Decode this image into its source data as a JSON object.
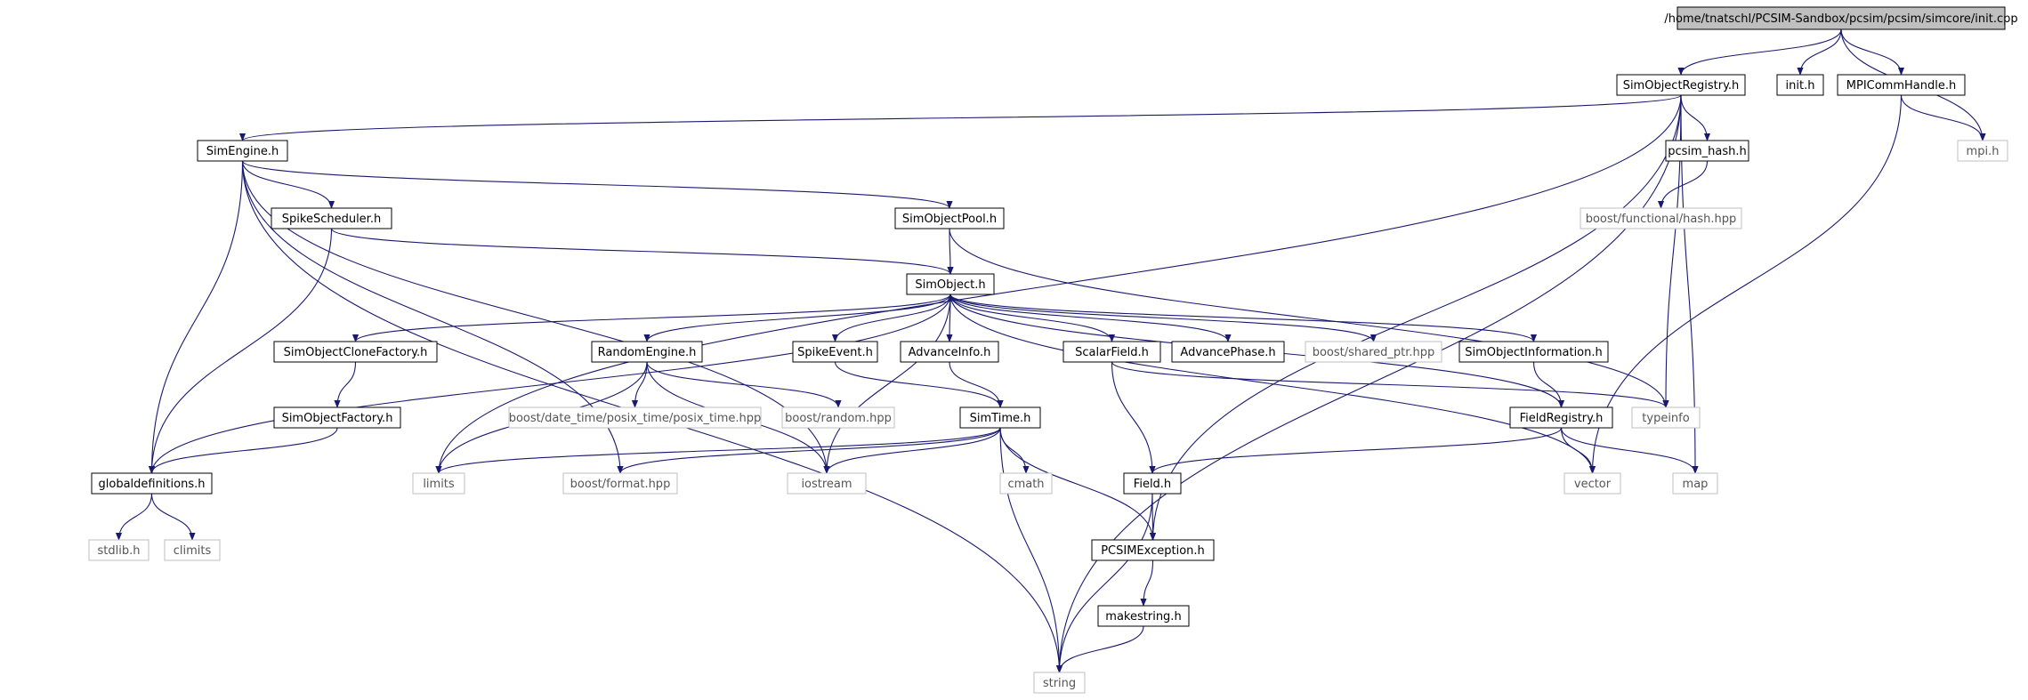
{
  "nodes": {
    "init_cpp": {
      "label": "/home/tnatschl/PCSIM-Sandbox/pcsim/pcsim/simcore/init.cpp",
      "kind": "root"
    },
    "simobjectregistry_h": {
      "label": "SimObjectRegistry.h",
      "kind": "internal"
    },
    "init_h": {
      "label": "init.h",
      "kind": "internal"
    },
    "mpicommhandle_h": {
      "label": "MPICommHandle.h",
      "kind": "internal"
    },
    "mpi_h": {
      "label": "mpi.h",
      "kind": "external"
    },
    "simengine_h": {
      "label": "SimEngine.h",
      "kind": "internal"
    },
    "pcsim_hash_h": {
      "label": "pcsim_hash.h",
      "kind": "internal"
    },
    "boost_functional_hash": {
      "label": "boost/functional/hash.hpp",
      "kind": "external"
    },
    "spikescheduler_h": {
      "label": "SpikeScheduler.h",
      "kind": "internal"
    },
    "simobjectpool_h": {
      "label": "SimObjectPool.h",
      "kind": "internal"
    },
    "simobject_h": {
      "label": "SimObject.h",
      "kind": "internal"
    },
    "simobjectclonefactory_h": {
      "label": "SimObjectCloneFactory.h",
      "kind": "internal"
    },
    "randomengine_h": {
      "label": "RandomEngine.h",
      "kind": "internal"
    },
    "spikeevent_h": {
      "label": "SpikeEvent.h",
      "kind": "internal"
    },
    "advanceinfo_h": {
      "label": "AdvanceInfo.h",
      "kind": "internal"
    },
    "scalarfield_h": {
      "label": "ScalarField.h",
      "kind": "internal"
    },
    "advancephase_h": {
      "label": "AdvancePhase.h",
      "kind": "internal"
    },
    "boost_shared_ptr": {
      "label": "boost/shared_ptr.hpp",
      "kind": "external"
    },
    "simobjectinformation_h": {
      "label": "SimObjectInformation.h",
      "kind": "internal"
    },
    "simobjectfactory_h": {
      "label": "SimObjectFactory.h",
      "kind": "internal"
    },
    "boost_posix_time": {
      "label": "boost/date_time/posix_time/posix_time.hpp",
      "kind": "external"
    },
    "boost_random": {
      "label": "boost/random.hpp",
      "kind": "external"
    },
    "simtime_h": {
      "label": "SimTime.h",
      "kind": "internal"
    },
    "fieldregistry_h": {
      "label": "FieldRegistry.h",
      "kind": "internal"
    },
    "typeinfo": {
      "label": "typeinfo",
      "kind": "external"
    },
    "globaldefinitions_h": {
      "label": "globaldefinitions.h",
      "kind": "internal"
    },
    "limits": {
      "label": "limits",
      "kind": "external"
    },
    "boost_format": {
      "label": "boost/format.hpp",
      "kind": "external"
    },
    "iostream": {
      "label": "iostream",
      "kind": "external"
    },
    "cmath": {
      "label": "cmath",
      "kind": "external"
    },
    "field_h": {
      "label": "Field.h",
      "kind": "internal"
    },
    "vector": {
      "label": "vector",
      "kind": "external"
    },
    "map": {
      "label": "map",
      "kind": "external"
    },
    "stdlib_h": {
      "label": "stdlib.h",
      "kind": "external"
    },
    "climits": {
      "label": "climits",
      "kind": "external"
    },
    "pcsimexception_h": {
      "label": "PCSIMException.h",
      "kind": "internal"
    },
    "makestring_h": {
      "label": "makestring.h",
      "kind": "internal"
    },
    "string": {
      "label": "string",
      "kind": "external"
    }
  },
  "edges": [
    [
      "init_cpp",
      "simobjectregistry_h"
    ],
    [
      "init_cpp",
      "init_h"
    ],
    [
      "init_cpp",
      "mpicommhandle_h"
    ],
    [
      "init_cpp",
      "mpi_h"
    ],
    [
      "simobjectregistry_h",
      "simengine_h"
    ],
    [
      "simobjectregistry_h",
      "limits"
    ],
    [
      "simobjectregistry_h",
      "pcsim_hash_h"
    ],
    [
      "simobjectregistry_h",
      "typeinfo"
    ],
    [
      "simobjectregistry_h",
      "map"
    ],
    [
      "simobjectregistry_h",
      "pcsimexception_h"
    ],
    [
      "simobjectregistry_h",
      "string"
    ],
    [
      "mpicommhandle_h",
      "mpi_h"
    ],
    [
      "mpicommhandle_h",
      "vector"
    ],
    [
      "pcsim_hash_h",
      "boost_functional_hash"
    ],
    [
      "simengine_h",
      "spikescheduler_h"
    ],
    [
      "simengine_h",
      "simobjectpool_h"
    ],
    [
      "simengine_h",
      "globaldefinitions_h"
    ],
    [
      "simengine_h",
      "boost_format"
    ],
    [
      "simengine_h",
      "iostream"
    ],
    [
      "simengine_h",
      "string"
    ],
    [
      "spikescheduler_h",
      "simobject_h"
    ],
    [
      "spikescheduler_h",
      "globaldefinitions_h"
    ],
    [
      "simobjectpool_h",
      "simobject_h"
    ],
    [
      "simobjectpool_h",
      "typeinfo"
    ],
    [
      "simobject_h",
      "simobjectclonefactory_h"
    ],
    [
      "simobject_h",
      "randomengine_h"
    ],
    [
      "simobject_h",
      "spikeevent_h"
    ],
    [
      "simobject_h",
      "advanceinfo_h"
    ],
    [
      "simobject_h",
      "scalarfield_h"
    ],
    [
      "simobject_h",
      "advancephase_h"
    ],
    [
      "simobject_h",
      "boost_shared_ptr"
    ],
    [
      "simobject_h",
      "simobjectinformation_h"
    ],
    [
      "simobject_h",
      "fieldregistry_h"
    ],
    [
      "simobject_h",
      "globaldefinitions_h"
    ],
    [
      "simobject_h",
      "iostream"
    ],
    [
      "simobject_h",
      "vector"
    ],
    [
      "simobjectclonefactory_h",
      "simobjectfactory_h"
    ],
    [
      "simobjectfactory_h",
      "globaldefinitions_h"
    ],
    [
      "randomengine_h",
      "boost_posix_time"
    ],
    [
      "randomengine_h",
      "boost_random"
    ],
    [
      "randomengine_h",
      "limits"
    ],
    [
      "randomengine_h",
      "iostream"
    ],
    [
      "spikeevent_h",
      "simtime_h"
    ],
    [
      "advanceinfo_h",
      "simtime_h"
    ],
    [
      "scalarfield_h",
      "field_h"
    ],
    [
      "scalarfield_h",
      "typeinfo"
    ],
    [
      "simobjectinformation_h",
      "fieldregistry_h"
    ],
    [
      "simtime_h",
      "limits"
    ],
    [
      "simtime_h",
      "boost_format"
    ],
    [
      "simtime_h",
      "iostream"
    ],
    [
      "simtime_h",
      "cmath"
    ],
    [
      "simtime_h",
      "pcsimexception_h"
    ],
    [
      "simtime_h",
      "string"
    ],
    [
      "fieldregistry_h",
      "field_h"
    ],
    [
      "fieldregistry_h",
      "vector"
    ],
    [
      "fieldregistry_h",
      "map"
    ],
    [
      "globaldefinitions_h",
      "stdlib_h"
    ],
    [
      "globaldefinitions_h",
      "climits"
    ],
    [
      "field_h",
      "pcsimexception_h"
    ],
    [
      "field_h",
      "string"
    ],
    [
      "pcsimexception_h",
      "makestring_h"
    ],
    [
      "makestring_h",
      "string"
    ]
  ],
  "colors": {
    "edge": "#191970",
    "root_fill": "#bfbfbf",
    "internal_border": "#000000",
    "external_border": "#bfbfbf"
  }
}
